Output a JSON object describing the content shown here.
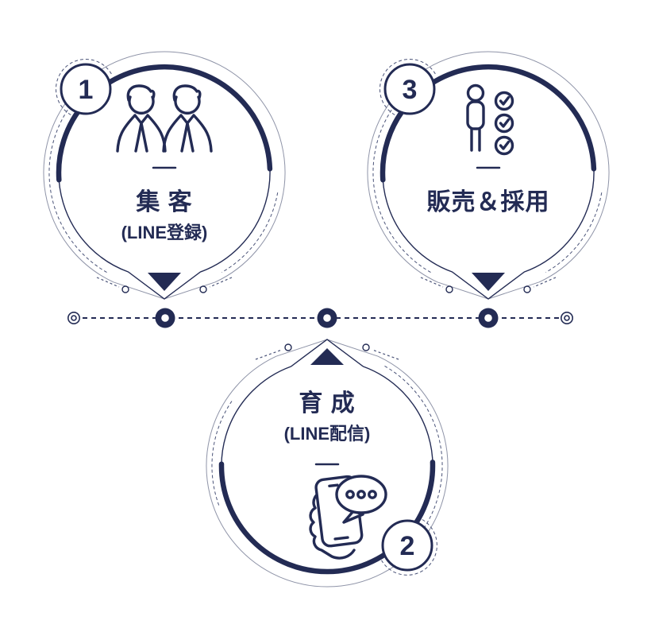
{
  "diagram": {
    "type": "process-flow",
    "background": "#ffffff",
    "colors": {
      "navy": "#232b54",
      "outer_ring_gray": "#8f94a8",
      "dashed_line": "#4a5378",
      "white": "#ffffff"
    },
    "steps": [
      {
        "number": "1",
        "title": "集 客",
        "subtitle": "(LINE登録)",
        "icon": "two-people-icon",
        "position": "top-left",
        "pointer": "down"
      },
      {
        "number": "2",
        "title": "育 成",
        "subtitle": "(LINE配信)",
        "icon": "hand-phone-chat-icon",
        "position": "bottom-center",
        "pointer": "up"
      },
      {
        "number": "3",
        "title": "販売＆採用",
        "subtitle": "",
        "icon": "person-checklist-icon",
        "position": "top-right",
        "pointer": "down"
      }
    ],
    "timeline": {
      "node_count": 3,
      "end_ring_count": 2,
      "style": "dashed"
    }
  }
}
